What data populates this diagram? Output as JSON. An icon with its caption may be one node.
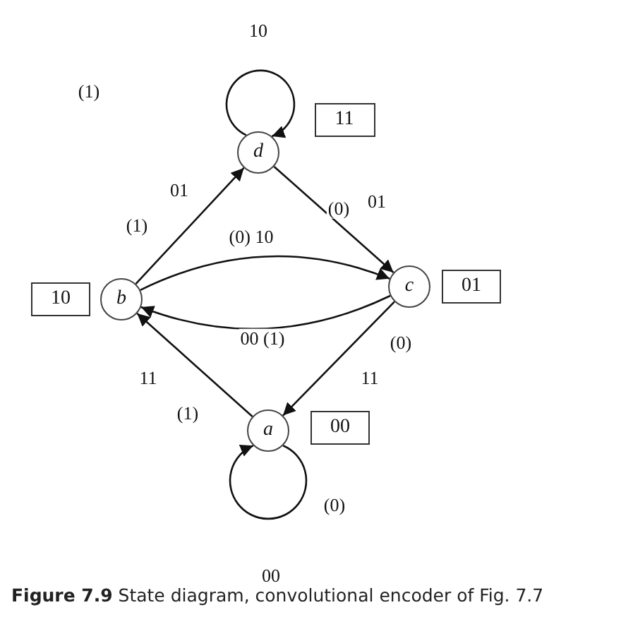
{
  "diagram": {
    "caption": "**Figure 7.9** State diagram, convolutional encoder of Fig. 7.7",
    "nodes": [
      {
        "text": [
          "d"
        ]
      },
      {
        "text": [
          "11"
        ]
      },
      {
        "text": [
          "10"
        ]
      },
      {
        "text": [
          "b"
        ]
      },
      {
        "text": [
          "c"
        ]
      },
      {
        "text": [
          "01"
        ]
      },
      {
        "text": [
          "a"
        ]
      },
      {
        "text": [
          "00"
        ]
      }
    ],
    "edges": [
      {
        "from": 0,
        "to": 0,
        "arrow": "to",
        "label": "10"
      },
      {
        "from": 3,
        "to": 0,
        "arrow": "to",
        "label": "01"
      },
      {
        "from": 0,
        "to": 4,
        "arrow": "to",
        "label": "01"
      },
      {
        "from": 3,
        "to": 4,
        "arrow": "to",
        "label": "(0) 10"
      },
      {
        "from": 4,
        "to": 3,
        "arrow": "to",
        "label": "00 (1)"
      },
      {
        "from": 4,
        "to": 6,
        "arrow": "to",
        "label": "11"
      },
      {
        "from": 6,
        "to": 3,
        "arrow": "to",
        "label": "11"
      },
      {
        "from": 6,
        "to": 6,
        "arrow": "to",
        "label": "00"
      }
    ],
    "labels": [
      "(1)",
      "(0)",
      "(1)",
      "(0)",
      "(1)",
      "(0)"
    ]
  }
}
